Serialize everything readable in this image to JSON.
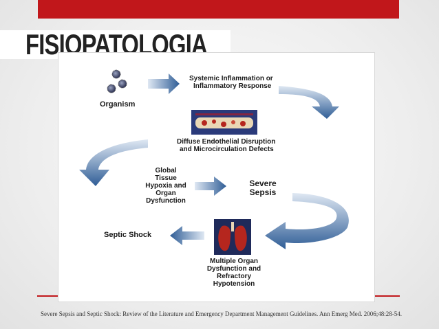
{
  "slide": {
    "title": "FISIOPATOLOGIA",
    "citation": "Severe Sepsis and Septic Shock: Review of the Literature and Emergency Department Management Guidelines. Ann Emerg Med. 2006;48:28-54."
  },
  "diagram": {
    "nodes": {
      "organism": "Organism",
      "sirs_line1": "Systemic Inflammation or",
      "sirs_line2": "Inflammatory Response",
      "endothelial_line1": "Diffuse Endothelial Disruption",
      "endothelial_line2": "and Microcirculation Defects",
      "hypoxia_line1": "Global",
      "hypoxia_line2": "Tissue",
      "hypoxia_line3": "Hypoxia and",
      "hypoxia_line4": "Organ",
      "hypoxia_line5": "Dysfunction",
      "severe_line1": "Severe",
      "severe_line2": "Sepsis",
      "mods_line1": "Multiple Organ",
      "mods_line2": "Dysfunction and",
      "mods_line3": "Refractory",
      "mods_line4": "Hypotension",
      "shock": "Septic Shock"
    },
    "colors": {
      "arrow": "#2f5d96",
      "arrow_light": "#dfe8f3",
      "accent_red": "#c1171b",
      "vessel_bg": "#2a3a7a",
      "lung": "#b5261e"
    }
  }
}
